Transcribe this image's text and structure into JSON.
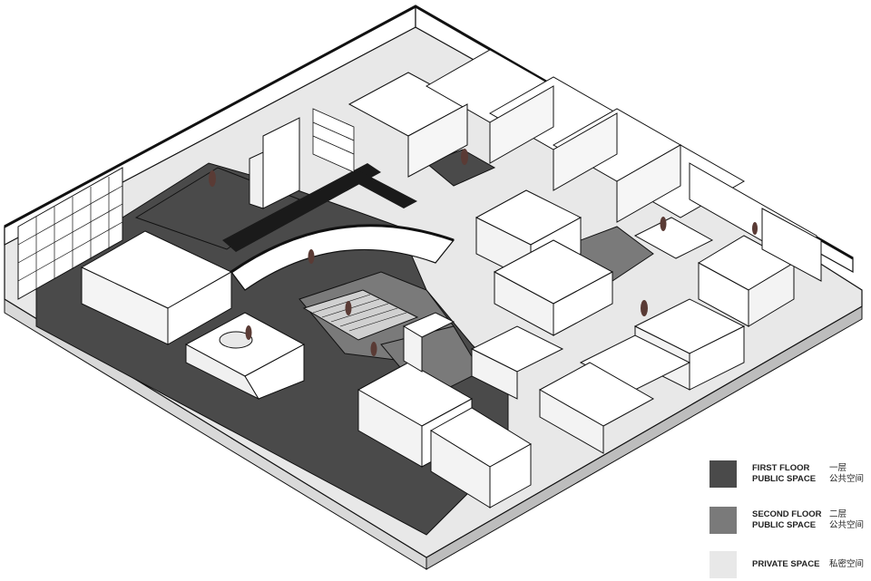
{
  "colors": {
    "first_floor_public": "#4a4a4a",
    "second_floor_public": "#7a7a7a",
    "private": "#e8e8e8",
    "line": "#111111",
    "wall": "#ffffff"
  },
  "legend": {
    "items": [
      {
        "label_line1": "FIRST FLOOR",
        "label_line2": "PUBLIC SPACE",
        "label_zh_line1": "一层",
        "label_zh_line2": "公共空间",
        "color": "#4a4a4a"
      },
      {
        "label_line1": "SECOND FLOOR",
        "label_line2": "PUBLIC SPACE",
        "label_zh_line1": "二层",
        "label_zh_line2": "公共空间",
        "color": "#7a7a7a"
      },
      {
        "label_line1": "PRIVATE SPACE",
        "label_line2": "",
        "label_zh_line1": "私密空间",
        "label_zh_line2": "",
        "color": "#e8e8e8"
      }
    ]
  }
}
